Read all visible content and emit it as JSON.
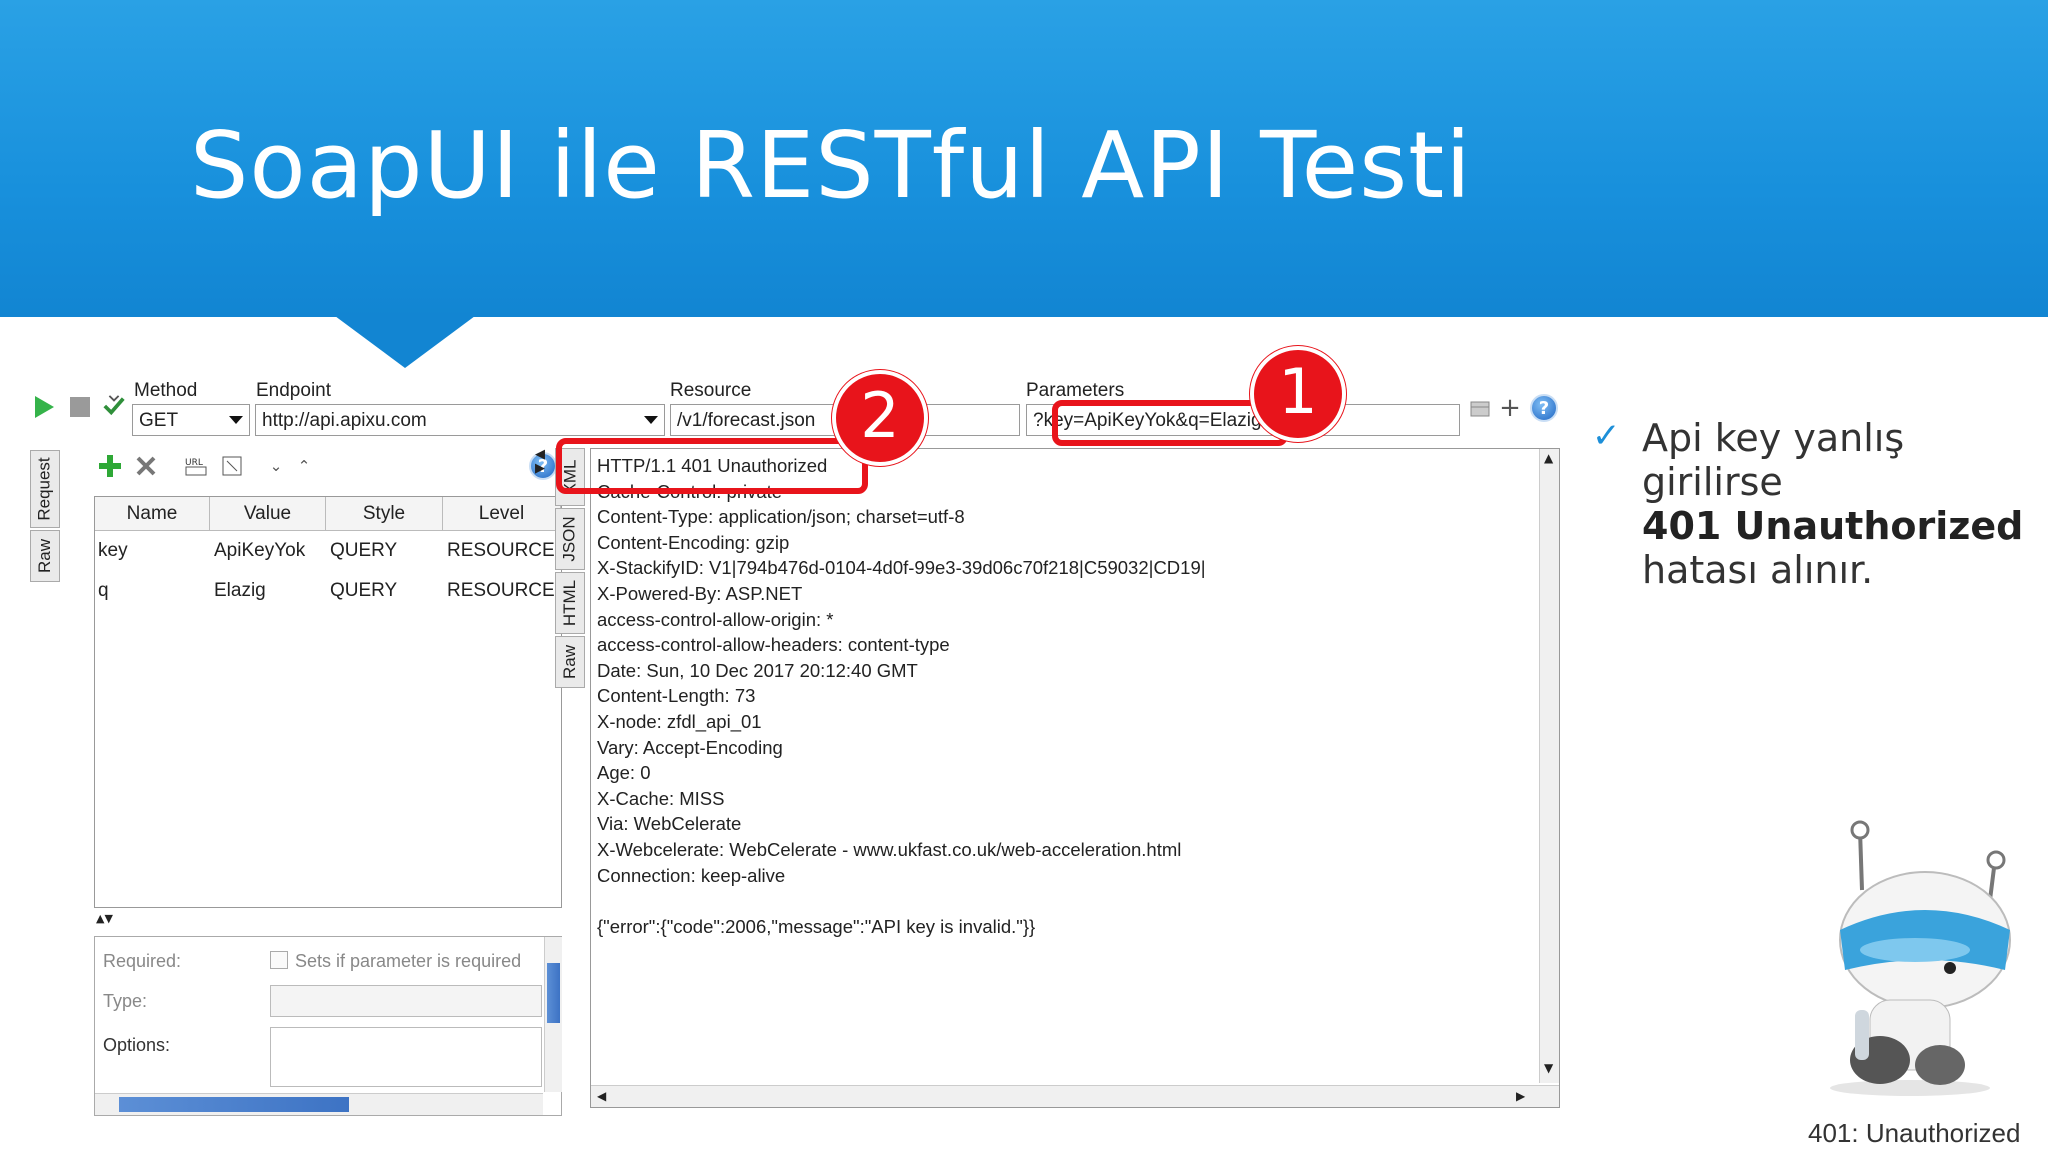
{
  "slide": {
    "title": "SoapUI ile RESTful API Testi"
  },
  "toolbar": {
    "method_label": "Method",
    "method_value": "GET",
    "endpoint_label": "Endpoint",
    "endpoint_value": "http://api.apixu.com",
    "resource_label": "Resource",
    "resource_value": "/v1/forecast.json",
    "parameters_label": "Parameters",
    "parameters_value": "?key=ApiKeyYok&q=Elazig"
  },
  "request_tabs": [
    "Request",
    "Raw"
  ],
  "params_table": {
    "columns": [
      "Name",
      "Value",
      "Style",
      "Level"
    ],
    "rows": [
      [
        "key",
        "ApiKeyYok",
        "QUERY",
        "RESOURCE"
      ],
      [
        "q",
        "Elazig",
        "QUERY",
        "RESOURCE"
      ]
    ]
  },
  "param_details": {
    "required_label": "Required:",
    "required_checkbox_label": "Sets if parameter is required",
    "type_label": "Type:",
    "options_label": "Options:"
  },
  "response_tabs": [
    "XML",
    "JSON",
    "HTML",
    "Raw"
  ],
  "response_lines": [
    "HTTP/1.1 401 Unauthorized",
    "Cache-Control: private",
    "Content-Type: application/json; charset=utf-8",
    "Content-Encoding: gzip",
    "X-StackifyID: V1|794b476d-0104-4d0f-99e3-39d06c70f218|C59032|CD19|",
    "X-Powered-By: ASP.NET",
    "access-control-allow-origin: *",
    "access-control-allow-headers: content-type",
    "Date: Sun, 10 Dec 2017 20:12:40 GMT",
    "Content-Length: 73",
    "X-node: zfdl_api_01",
    "Vary: Accept-Encoding",
    "Age: 0",
    "X-Cache: MISS",
    "Via: WebCelerate",
    "X-Webcelerate: WebCelerate - www.ukfast.co.uk/web-acceleration.html",
    "Connection: keep-alive",
    "",
    "{\"error\":{\"code\":2006,\"message\":\"API key is invalid.\"}}"
  ],
  "callouts": {
    "badge_1": "1",
    "badge_2": "2"
  },
  "note": {
    "line1": "Api key yanlış girilirse",
    "line2": "401 Unauthorized",
    "line3": "hatası alınır."
  },
  "mascot_caption": "401: Unauthorized",
  "colors": {
    "banner": "#1890dc",
    "callout": "#e8141b",
    "check": "#1d8fd8"
  },
  "icons": [
    "play-icon",
    "stop-icon",
    "check-arrow-icon",
    "add-icon",
    "remove-icon",
    "help-icon",
    "checkmark-icon"
  ]
}
